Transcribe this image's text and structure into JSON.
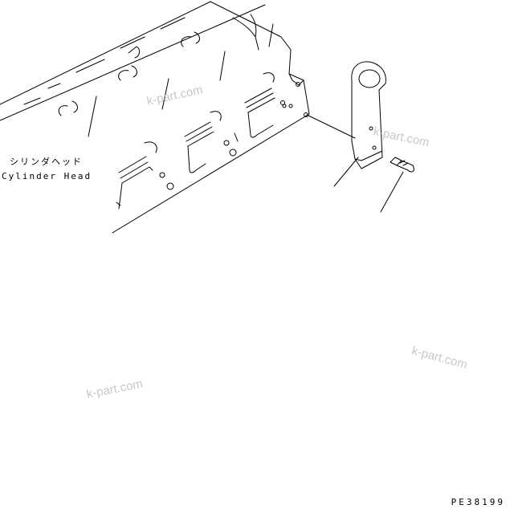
{
  "labels": {
    "part_name_jp": "シリンダヘッド",
    "part_name_en": "Cylinder Head"
  },
  "drawing_code": "PE38199",
  "watermarks": [
    "k-part.com",
    "k-part.com",
    "k-part.com",
    "k-part.com"
  ],
  "colors": {
    "line": "#000000",
    "watermark": "#c8c8c8",
    "background": "#ffffff"
  }
}
